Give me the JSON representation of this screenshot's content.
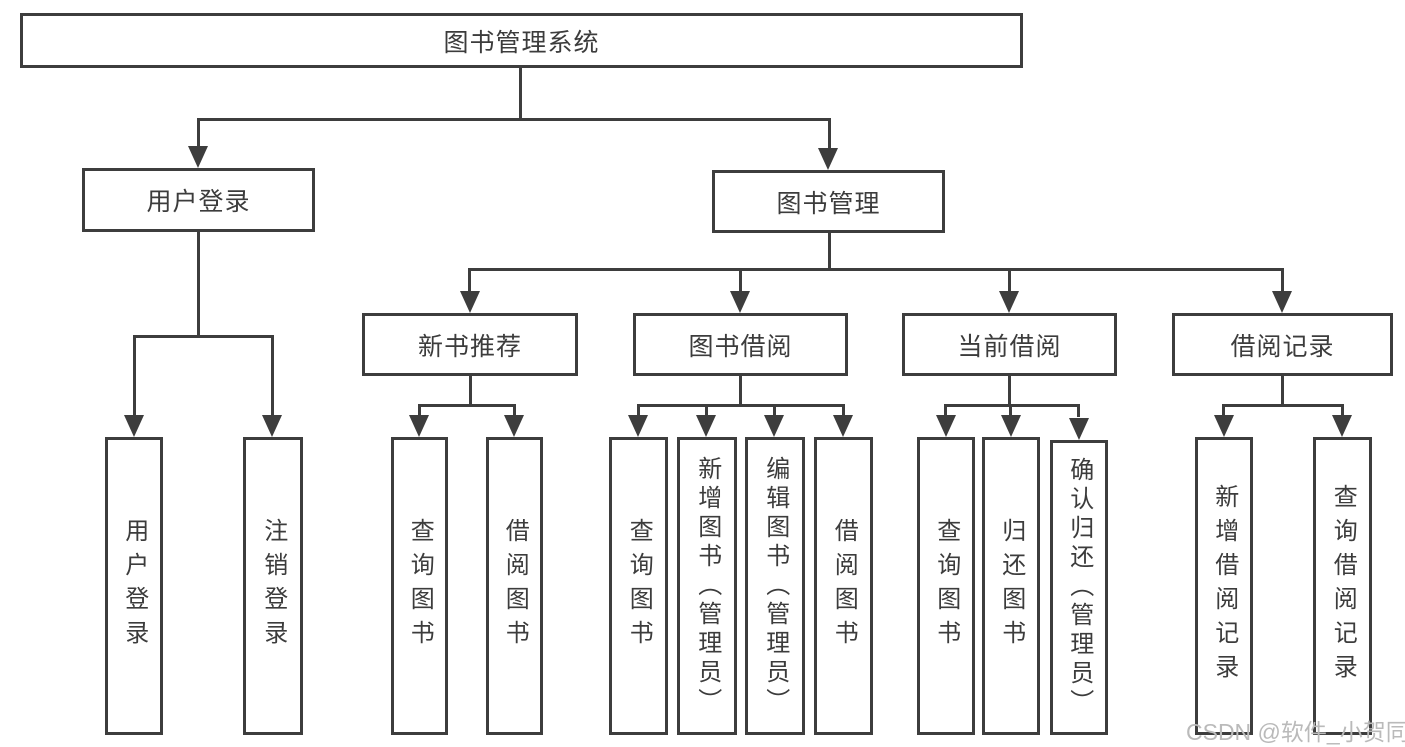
{
  "diagram": {
    "title": "图书管理系统",
    "branches": [
      {
        "label": "用户登录",
        "children": [
          {
            "label": "用户登录"
          },
          {
            "label": "注销登录"
          }
        ]
      },
      {
        "label": "图书管理",
        "children": [
          {
            "label": "新书推荐",
            "children": [
              {
                "label": "查询图书"
              },
              {
                "label": "借阅图书"
              }
            ]
          },
          {
            "label": "图书借阅",
            "children": [
              {
                "label": "查询图书"
              },
              {
                "label": "新增图书（管理员）"
              },
              {
                "label": "编辑图书（管理员）"
              },
              {
                "label": "借阅图书"
              }
            ]
          },
          {
            "label": "当前借阅",
            "children": [
              {
                "label": "查询图书"
              },
              {
                "label": "归还图书"
              },
              {
                "label": "确认归还（管理员）"
              }
            ]
          },
          {
            "label": "借阅记录",
            "children": [
              {
                "label": "新增借阅记录"
              },
              {
                "label": "查询借阅记录"
              }
            ]
          }
        ]
      }
    ]
  },
  "watermark": "CSDN @软件_小贺同学",
  "colors": {
    "line": "#3d3d3d",
    "text": "#3c3c3c",
    "watermark": "#bababa",
    "background": "#ffffff"
  }
}
